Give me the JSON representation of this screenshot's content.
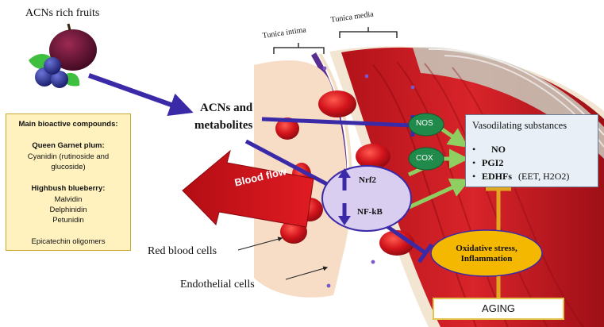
{
  "fruits_label": "ACNs rich fruits",
  "tunica_intima": "Tunica intima",
  "tunica_media": "Tunica media",
  "acns_line1": "ACNs and",
  "acns_line2": "metabolites",
  "compounds": {
    "heading": "Main bioactive compounds:",
    "plum_title": "Queen Garnet plum:",
    "plum_line1": "Cyanidin (rutinoside and",
    "plum_line2": "glucoside)",
    "blueberry_title": "Highbush blueberry:",
    "blueberry_items": [
      "Malvidin",
      "Delphinidin",
      "Petunidin"
    ],
    "footer": "Epicatechin oligomers"
  },
  "blood_flow": "Blood flow",
  "nos": "NOS",
  "cox": "COX",
  "nrf2": "Nrf2",
  "nfkb": "NF-kB",
  "vaso": {
    "title": "Vasodilating substances",
    "no": "NO",
    "pgi2": "PGI2",
    "edhfs": "EDHFs",
    "edhfs_extra": "(EET, H2O2)"
  },
  "oxidative_line1": "Oxidative stress,",
  "oxidative_line2": "Inflammation",
  "aging": "AGING",
  "red_blood_cells": "Red blood cells",
  "endothelial_cells": "Endothelial cells",
  "colors": {
    "arrow_purple": "#3b2aa8",
    "blood_red": "#c8101a",
    "enzyme_green": "#1f8a4a",
    "bubble_lavender": "#d9cdf0",
    "oxidative_yellow": "#f5b800",
    "aging_border": "#e4c54a"
  }
}
